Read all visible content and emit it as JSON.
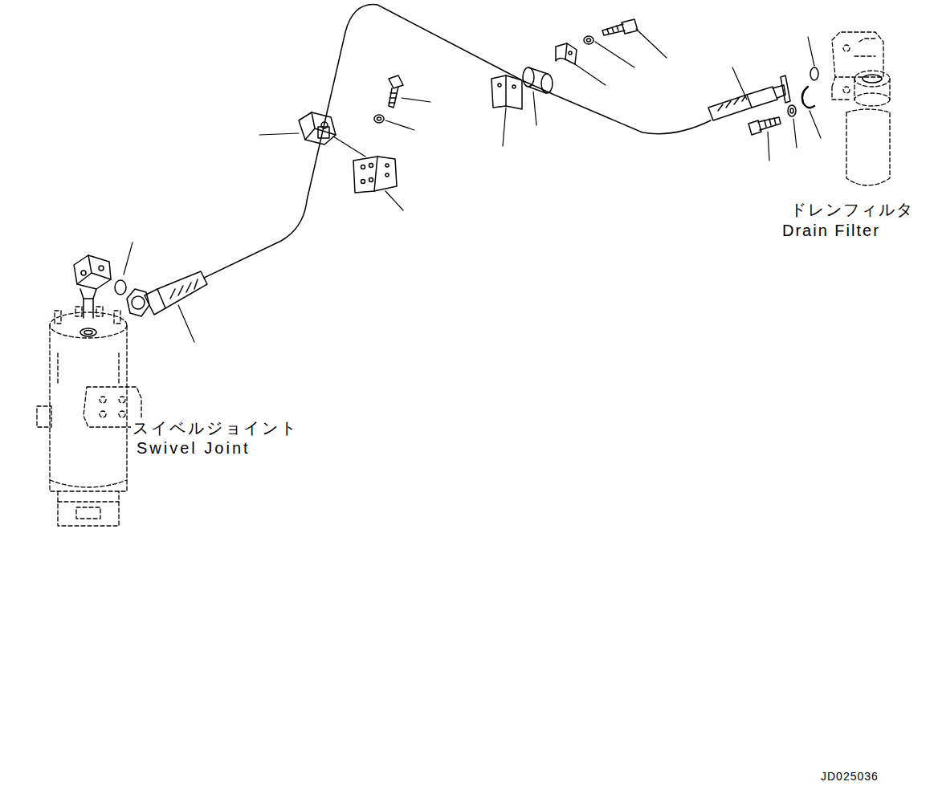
{
  "diagram": {
    "labels": [
      "スイベルジョイント",
      "Swivel Joint",
      "ドレンフィルタ",
      "Drain Filter",
      "JD025036"
    ]
  }
}
